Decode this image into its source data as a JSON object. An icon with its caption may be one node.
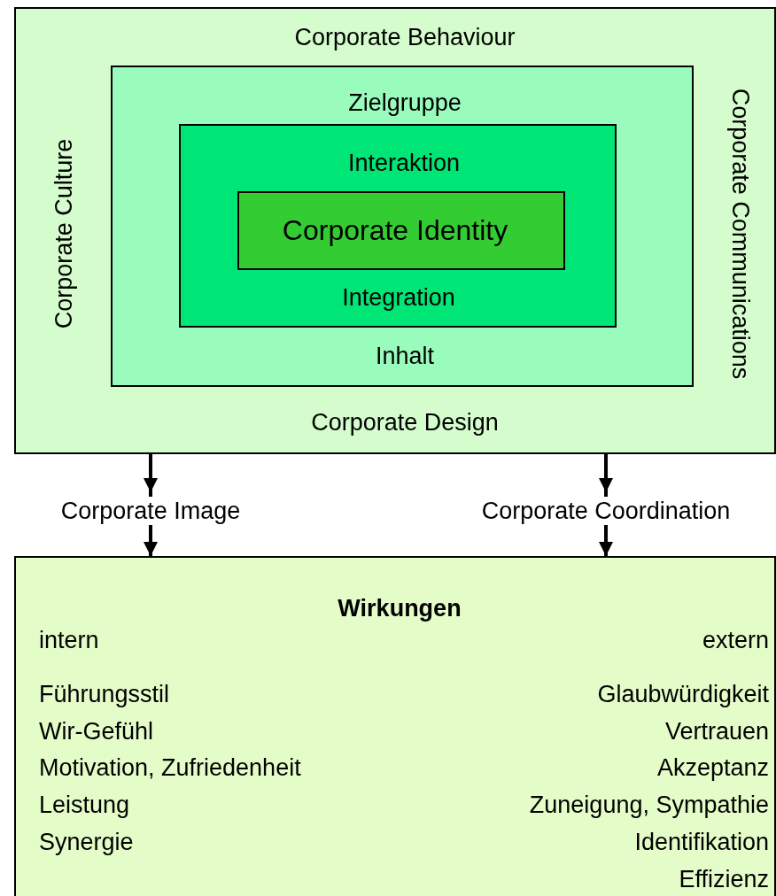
{
  "diagram": {
    "nodes": [
      {
        "text": [
          "Corporate Behaviour",
          "Corporate Culture",
          "Corporate Communications",
          "Corporate Design"
        ]
      },
      {
        "text": [
          "Zielgruppe",
          "Inhalt"
        ],
        "in": 0
      },
      {
        "text": [
          "Interaktion",
          "Integration"
        ],
        "in": 1
      },
      {
        "text": [
          "Corporate Identity"
        ],
        "in": 2
      },
      {
        "text": [
          "Wirkungen",
          "intern",
          "extern",
          "Führungsstil",
          "Glaubwürdigkeit",
          "Wir-Gefühl",
          "Vertrauen",
          "Motivation, Zufriedenheit",
          "Akzeptanz",
          "Leistung",
          "Zuneigung, Sympathie",
          "Synergie",
          "Identifikation",
          "Effizienz"
        ]
      }
    ],
    "edges": [
      {
        "from": 0,
        "to": 4,
        "label": "Corporate Image",
        "arrow": "to"
      },
      {
        "from": 0,
        "to": 4,
        "label": "Corporate Coordination",
        "arrow": "to"
      }
    ]
  }
}
